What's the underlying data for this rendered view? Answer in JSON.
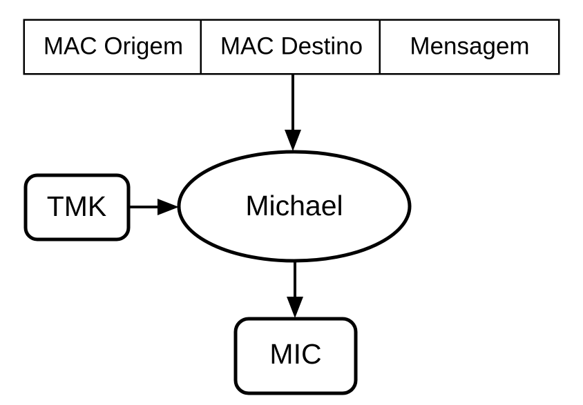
{
  "diagram": {
    "title": "Michael MIC derivation diagram",
    "background_color": "#ffffff",
    "stroke_color": "#000000",
    "fill_color": "#ffffff",
    "frame": {
      "name": "mac-frame-table",
      "cells": [
        {
          "id": "mac-origem",
          "label": "MAC Origem"
        },
        {
          "id": "mac-destino",
          "label": "MAC Destino"
        },
        {
          "id": "mensagem",
          "label": "Mensagem"
        }
      ]
    },
    "nodes": [
      {
        "id": "tmk",
        "label": "TMK",
        "shape": "rounded-rectangle"
      },
      {
        "id": "michael",
        "label": "Michael",
        "shape": "ellipse"
      },
      {
        "id": "mic",
        "label": "MIC",
        "shape": "rounded-rectangle"
      }
    ],
    "edges": [
      {
        "id": "destino-to-michael",
        "from": "mac-destino",
        "to": "michael",
        "direction": "down",
        "label": ""
      },
      {
        "id": "tmk-to-michael",
        "from": "tmk",
        "to": "michael",
        "direction": "right",
        "label": ""
      },
      {
        "id": "michael-to-mic",
        "from": "michael",
        "to": "mic",
        "direction": "down",
        "label": ""
      }
    ]
  }
}
